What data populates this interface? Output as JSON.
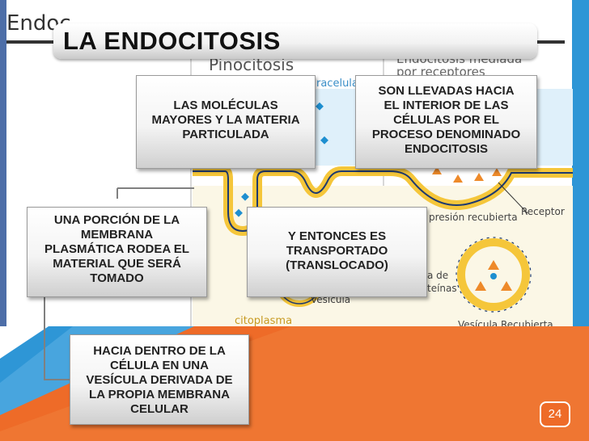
{
  "slide": {
    "title": "LA ENDOCITOSIS",
    "page_number": "24"
  },
  "background_labels": {
    "partial_heading": "Endoc",
    "pinocitosis": "Pinocitosis",
    "receptor_mediated_line1": "Endocitosis mediada",
    "receptor_mediated_line2": "por receptores",
    "extracellular_fragment": "racelula",
    "coated_pit_fragment": "presión recubierta",
    "receptor": "Receptor",
    "protein_fragment_1": "a de",
    "protein_fragment_2": "teínas",
    "vesicle_fragment": "Vesícula",
    "cytoplasm": "citoplasma",
    "coated_vesicle": "Vesícula Recubierta"
  },
  "boxes": {
    "moleculas": [
      "LAS MOLÉCULAS",
      "MAYORES Y LA MATERIA",
      "PARTICULADA"
    ],
    "llevadas": [
      "SON LLEVADAS HACIA",
      "EL INTERIOR DE LAS",
      "CÉLULAS POR EL",
      "PROCESO DENOMINADO",
      "ENDOCITOSIS"
    ],
    "porcion": [
      "UNA PORCIÓN DE LA",
      "MEMBRANA",
      "PLASMÁTICA RODEA EL",
      "MATERIAL QUE SERÁ",
      "TOMADO"
    ],
    "entonces": [
      "Y ENTONCES ES",
      "TRANSPORTADO",
      "(TRANSLOCADO)"
    ],
    "hacia": [
      "HACIA DENTRO DE LA",
      "CÉLULA EN UNA",
      "VESÍCULA DERIVADA DE",
      "LA PROPIA MEMBRANA",
      "CELULAR"
    ]
  },
  "colors": {
    "accent_orange": "#ee6b28",
    "accent_blue": "#1e8fd0",
    "membrane_yellow": "#f5c63a"
  }
}
